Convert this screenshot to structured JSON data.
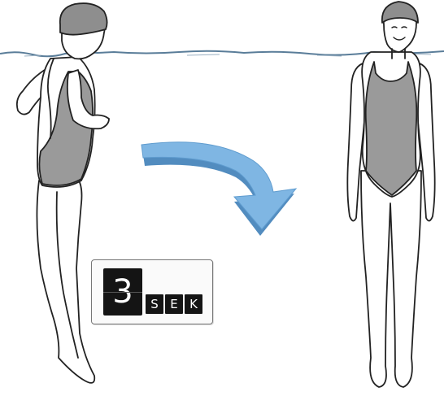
{
  "scene": {
    "description_icon": "swimmer-floating-transition",
    "colors": {
      "arrow": "#7fb6e3",
      "arrow_shadow": "#3f7fb8",
      "suit": "#9a9a9a",
      "cap": "#8e8e8e",
      "skin": "#ffffff",
      "water": "#5a7d99"
    }
  },
  "timer": {
    "digit": "3",
    "unit_letters": [
      "S",
      "E",
      "K"
    ]
  }
}
